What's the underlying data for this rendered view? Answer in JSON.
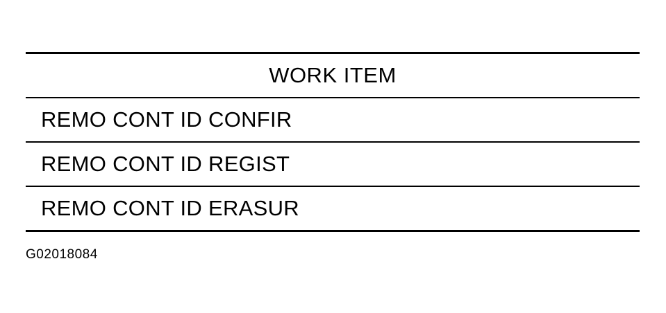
{
  "table": {
    "header": "WORK ITEM",
    "rows": [
      "REMO CONT ID CONFIR",
      "REMO CONT ID REGIST",
      "REMO CONT ID ERASUR"
    ]
  },
  "figure_id": "G02018084"
}
